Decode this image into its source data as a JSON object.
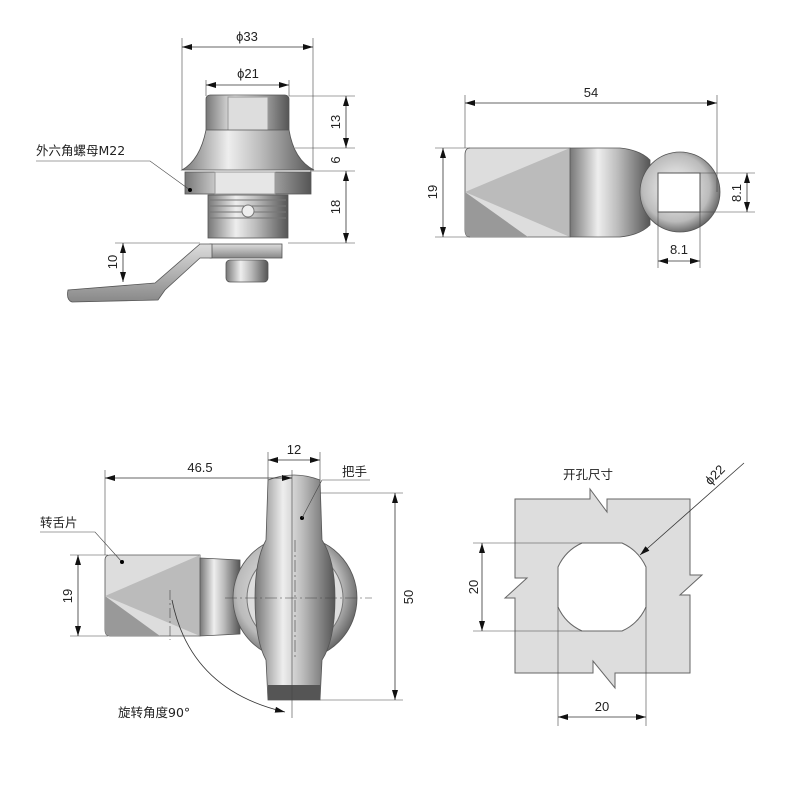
{
  "views": {
    "side": {
      "dim_outer_diameter": "ϕ33",
      "dim_inner_diameter": "ϕ21",
      "dim_height_top": "13",
      "dim_height_flange": "6",
      "dim_height_thread": "18",
      "dim_tongue_offset": "10",
      "label_hex_nut": "外六角螺母M22"
    },
    "tongue": {
      "dim_length": "54",
      "dim_width": "19",
      "dim_square_height": "8.1",
      "dim_square_width": "8.1"
    },
    "front": {
      "dim_tongue_length": "46.5",
      "dim_handle_width": "12",
      "dim_total_height": "50",
      "dim_tongue_width": "19",
      "label_handle": "把手",
      "label_tongue": "转舌片",
      "label_rotation": "旋转角度90°"
    },
    "cutout": {
      "title": "开孔尺寸",
      "dim_diameter": "ϕ22",
      "dim_height": "20",
      "dim_width": "20"
    }
  }
}
